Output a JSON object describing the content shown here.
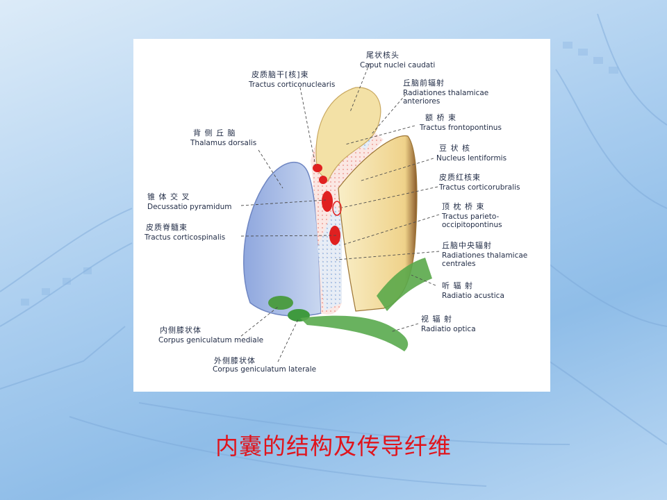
{
  "caption": "内囊的结构及传导纤维",
  "labels": {
    "caudate_zh": "尾状核头",
    "caudate_la": "Caput  nuclei  caudati",
    "corticonuc_zh": "皮质脑干[核]束",
    "corticonuc_la": "Tractus  corticonuclearis",
    "thal_ant_zh": "丘脑前辐射",
    "thal_ant_la1": "Radiationes  thalamicae",
    "thal_ant_la2": "anteriores",
    "frontopont_zh": "额  桥  束",
    "frontopont_la": "Tractus  frontopontinus",
    "thal_dors_zh": "背 侧 丘 脑",
    "thal_dors_la": "Thalamus  dorsalis",
    "lentiform_zh": "豆  状  核",
    "lentiform_la": "Nucleus  lentiformis",
    "decuss_zh": "锥 体 交 叉",
    "decuss_la": "Decussatio  pyramidum",
    "corticorub_zh": "皮质红核束",
    "corticorub_la": "Tractus  corticorubralis",
    "corticospin_zh": "皮质脊髓束",
    "corticospin_la": "Tractus  corticospinalis",
    "pariet_zh": "顶 枕 桥 束",
    "pariet_la1": "Tractus  parieto-",
    "pariet_la2": "occipitopontinus",
    "thal_cen_zh": "丘脑中央辐射",
    "thal_cen_la1": "Radiationes  thalamicae",
    "thal_cen_la2": "centrales",
    "acoustic_zh": "听    辐    射",
    "acoustic_la": "Radiatio  acustica",
    "optic_zh": "视    辐    射",
    "optic_la": "Radiatio  optica",
    "med_gen_zh": "内侧膝状体",
    "med_gen_la": "Corpus  geniculatum  mediale",
    "lat_gen_zh": "外侧膝状体",
    "lat_gen_la": "Corpus  geniculatum  laterale"
  },
  "colors": {
    "caption": "#e0141c",
    "tract_red": "#e02020",
    "thalamus": "#a9bde6",
    "caudate": "#f3e1a6",
    "lentiform": "#f0d58e",
    "geniculate": "#3f9a3f"
  }
}
